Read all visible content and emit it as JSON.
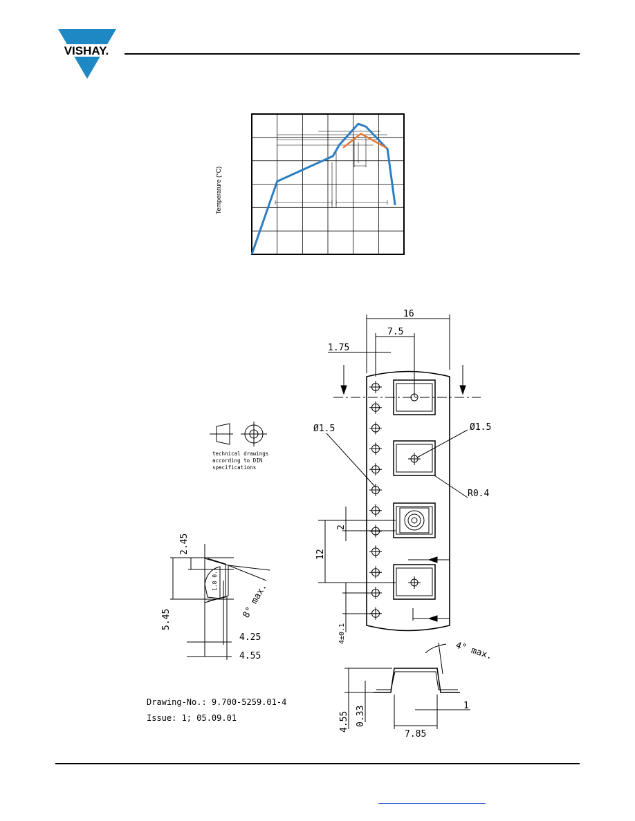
{
  "header": {
    "logo_text": "VISHAY.",
    "brand_color": "#1e88c4"
  },
  "chart_data": {
    "type": "line",
    "title": "",
    "xlabel": "",
    "ylabel": "Temperature (°C)",
    "grid": true,
    "legend": "none",
    "series": [
      {
        "name": "",
        "color": "#2b7ec1",
        "points": [
          [
            0,
            0
          ],
          [
            1,
            5.2
          ],
          [
            3.2,
            7.0
          ],
          [
            3.45,
            7.8
          ],
          [
            4.2,
            9.3
          ],
          [
            4.5,
            9.1
          ],
          [
            5.35,
            7.5
          ],
          [
            5.65,
            3.5
          ]
        ]
      },
      {
        "name": "",
        "color": "#e8772e",
        "points": [
          [
            3.6,
            7.6
          ],
          [
            4.3,
            8.6
          ],
          [
            5.3,
            7.6
          ]
        ]
      }
    ],
    "xlim": [
      0,
      6
    ],
    "ylim": [
      0,
      10
    ]
  },
  "drawing": {
    "symbol_caption": [
      "technical drawings",
      "according to DIN",
      "specifications"
    ],
    "drawing_number": "Drawing-No.: 9.700-5259.01-4",
    "issue": "Issue: 1; 05.09.01",
    "dims": {
      "width_16": "16",
      "pitch_7_5": "7.5",
      "edge_1_75": "1.75",
      "hole_d_left": "Ø1.5",
      "hole_d_right": "Ø1.5",
      "radius": "R0.4",
      "pocket_2": "2",
      "pitch_12": "12",
      "sprocket_4": "4±0.1",
      "side_2_45": "2.45",
      "side_5_45": "5.45",
      "side_4_25": "4.25",
      "side_4_55": "4.55",
      "angle_8": "8° max.",
      "angle_4": "4° max.",
      "profile_1": "1",
      "profile_4_55": "4.55",
      "profile_0_33": "0.33",
      "profile_7_85": "7.85",
      "lens_mark": "1.8 0."
    }
  }
}
